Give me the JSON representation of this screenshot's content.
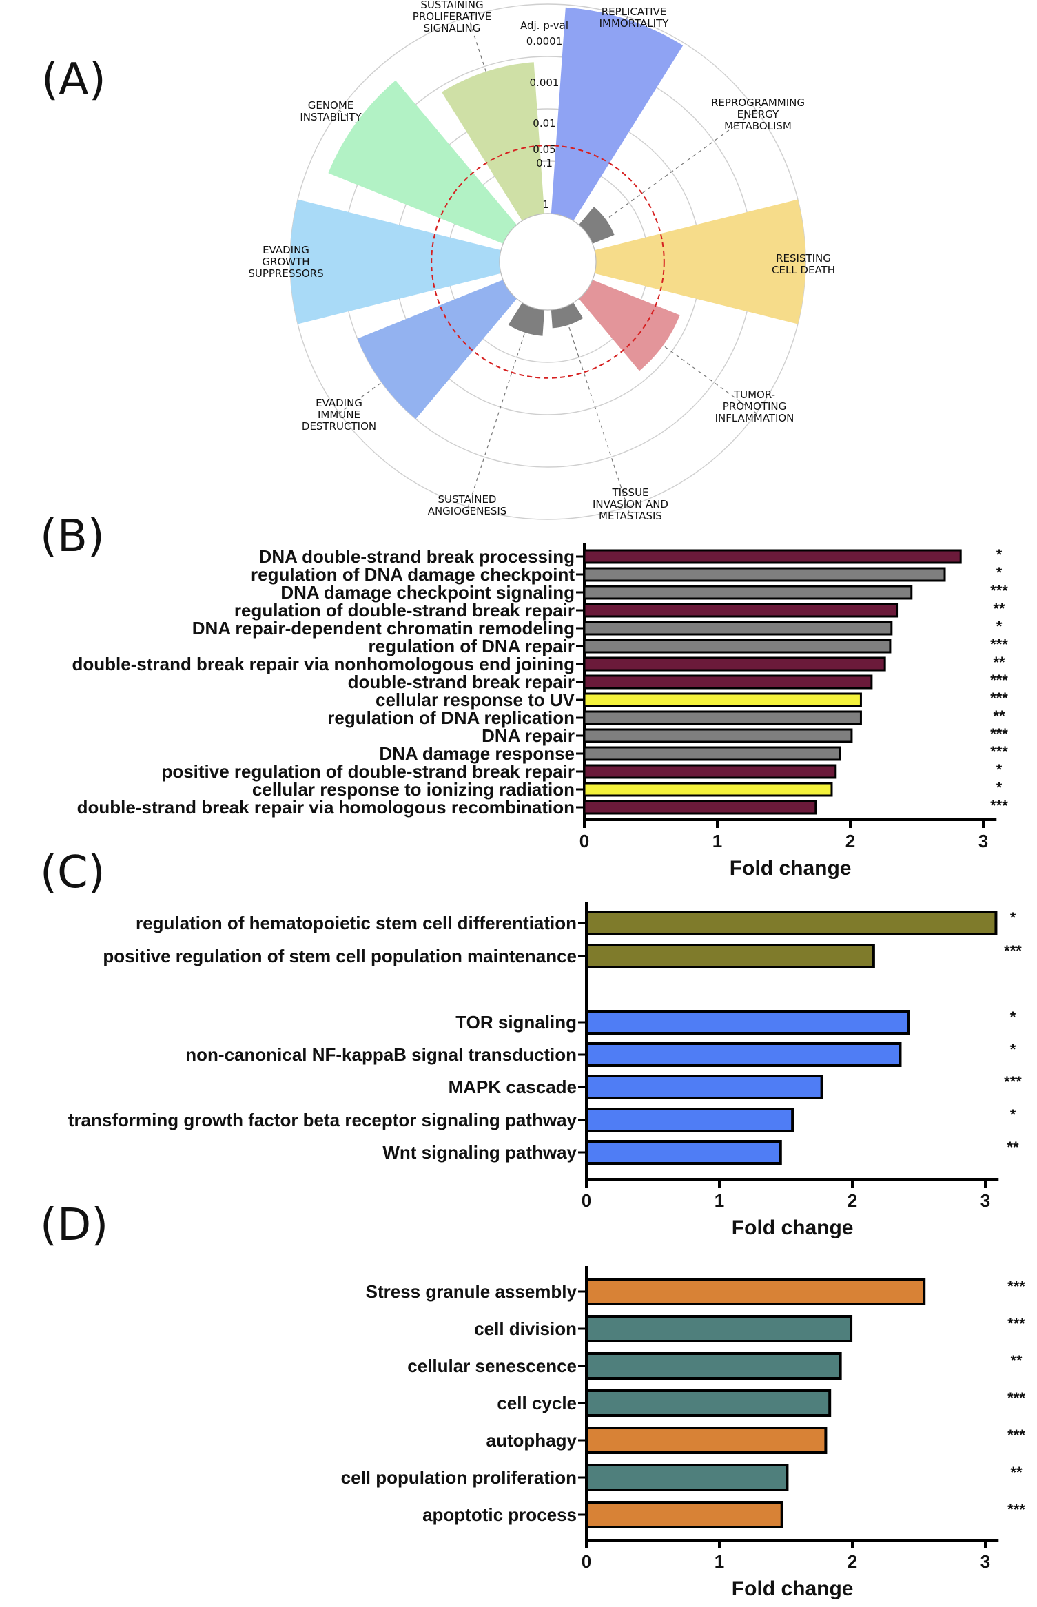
{
  "chart_data": [
    {
      "panel": "(A)",
      "type": "radial-bar",
      "axis_title": "Adj. p-val",
      "radial_ticks": [
        "0.0001",
        "0.001",
        "0.01",
        "0.05",
        "0.1",
        "1"
      ],
      "threshold": "0.05",
      "categories": [
        {
          "label": [
            "REPLICATIVE",
            "IMMORTALITY"
          ],
          "neg_log10_p": 3.95,
          "color": "#8fa3f3"
        },
        {
          "label": [
            "REPROGRAMMING",
            "ENERGY",
            "METABOLISM"
          ],
          "neg_log10_p": 0.45,
          "color": "#7f7f7f"
        },
        {
          "label": [
            "RESISTING",
            "CELL DEATH"
          ],
          "neg_log10_p": 4.0,
          "color": "#f6dc8a"
        },
        {
          "label": [
            "TUMOR-",
            "PROMOTING",
            "INFLAMMATION"
          ],
          "neg_log10_p": 1.8,
          "color": "#e3959a"
        },
        {
          "label": [
            "TISSUE",
            "INVASION AND",
            "METASTASIS"
          ],
          "neg_log10_p": 0.35,
          "color": "#7f7f7f"
        },
        {
          "label": [
            "SUSTAINED",
            "ANGIOGENESIS"
          ],
          "neg_log10_p": 0.5,
          "color": "#7f7f7f"
        },
        {
          "label": [
            "EVADING",
            "IMMUNE",
            "DESTRUCTION"
          ],
          "neg_log10_p": 3.0,
          "color": "#93b2f0"
        },
        {
          "label": [
            "EVADING",
            "GROWTH",
            "SUPPRESSORS"
          ],
          "neg_log10_p": 4.0,
          "color": "#a9daf7"
        },
        {
          "label": [
            "GENOME",
            "INSTABILITY"
          ],
          "neg_log10_p": 3.6,
          "color": "#b2f2c5"
        },
        {
          "label": [
            "SUSTAINING",
            "PROLIFERATIVE",
            "SIGNALING"
          ],
          "neg_log10_p": 2.9,
          "color": "#cfe0a6"
        }
      ]
    },
    {
      "panel": "(B)",
      "type": "bar",
      "orientation": "horizontal",
      "xlabel": "Fold change",
      "xlim": [
        0,
        3
      ],
      "xticks": [
        "0",
        "1",
        "2",
        "3"
      ],
      "bars": [
        {
          "label": "DNA double-strand break processing",
          "value": 2.83,
          "sig": "*",
          "color": "#6b1a3a"
        },
        {
          "label": "regulation of DNA damage checkpoint",
          "value": 2.71,
          "sig": "*",
          "color": "#7f7f7f"
        },
        {
          "label": "DNA damage checkpoint signaling",
          "value": 2.46,
          "sig": "***",
          "color": "#7f7f7f"
        },
        {
          "label": "regulation of double-strand break repair",
          "value": 2.35,
          "sig": "**",
          "color": "#6b1a3a"
        },
        {
          "label": "DNA repair-dependent chromatin remodeling",
          "value": 2.31,
          "sig": "*",
          "color": "#7f7f7f"
        },
        {
          "label": "regulation of DNA repair",
          "value": 2.3,
          "sig": "***",
          "color": "#7f7f7f"
        },
        {
          "label": "double-strand break repair via nonhomologous end joining",
          "value": 2.26,
          "sig": "**",
          "color": "#6b1a3a"
        },
        {
          "label": "double-strand break repair",
          "value": 2.16,
          "sig": "***",
          "color": "#6b1a3a"
        },
        {
          "label": "cellular response to UV",
          "value": 2.08,
          "sig": "***",
          "color": "#f4f23c"
        },
        {
          "label": "regulation of DNA replication",
          "value": 2.08,
          "sig": "**",
          "color": "#7f7f7f"
        },
        {
          "label": "DNA repair",
          "value": 2.01,
          "sig": "***",
          "color": "#7f7f7f"
        },
        {
          "label": "DNA damage response",
          "value": 1.92,
          "sig": "***",
          "color": "#7f7f7f"
        },
        {
          "label": "positive regulation of double-strand break repair",
          "value": 1.89,
          "sig": "*",
          "color": "#6b1a3a"
        },
        {
          "label": "cellular response to ionizing radiation",
          "value": 1.86,
          "sig": "*",
          "color": "#f4f23c"
        },
        {
          "label": "double-strand break repair via homologous recombination",
          "value": 1.74,
          "sig": "***",
          "color": "#6b1a3a"
        }
      ]
    },
    {
      "panel": "(C)",
      "type": "bar",
      "orientation": "horizontal",
      "xlabel": "Fold change",
      "xlim": [
        0,
        3
      ],
      "xticks": [
        "0",
        "1",
        "2",
        "3"
      ],
      "groups": [
        {
          "bars": [
            {
              "label": "regulation of hematopoietic stem cell differentiation",
              "value": 3.08,
              "sig": "*",
              "color": "#7f7b2b"
            },
            {
              "label": "positive regulation of stem cell population maintenance",
              "value": 2.16,
              "sig": "***",
              "color": "#7f7b2b"
            }
          ]
        },
        {
          "bars": [
            {
              "label": "TOR signaling",
              "value": 2.42,
              "sig": "*",
              "color": "#4f7df5"
            },
            {
              "label": "non-canonical NF-kappaB signal transduction",
              "value": 2.36,
              "sig": "*",
              "color": "#4f7df5"
            },
            {
              "label": "MAPK cascade",
              "value": 1.77,
              "sig": "***",
              "color": "#4f7df5"
            },
            {
              "label": "transforming growth factor beta receptor signaling pathway",
              "value": 1.55,
              "sig": "*",
              "color": "#4f7df5"
            },
            {
              "label": "Wnt signaling pathway",
              "value": 1.46,
              "sig": "**",
              "color": "#4f7df5"
            }
          ]
        }
      ]
    },
    {
      "panel": "(D)",
      "type": "bar",
      "orientation": "horizontal",
      "xlabel": "Fold change",
      "xlim": [
        0,
        3
      ],
      "xticks": [
        "0",
        "1",
        "2",
        "3"
      ],
      "bars": [
        {
          "label": "Stress granule assembly",
          "value": 2.54,
          "sig": "***",
          "color": "#d88236"
        },
        {
          "label": "cell division",
          "value": 1.99,
          "sig": "***",
          "color": "#4f7f7c"
        },
        {
          "label": "cellular senescence",
          "value": 1.91,
          "sig": "**",
          "color": "#4f7f7c"
        },
        {
          "label": "cell cycle",
          "value": 1.83,
          "sig": "***",
          "color": "#4f7f7c"
        },
        {
          "label": "autophagy",
          "value": 1.8,
          "sig": "***",
          "color": "#d88236"
        },
        {
          "label": "cell population proliferation",
          "value": 1.51,
          "sig": "**",
          "color": "#4f7f7c"
        },
        {
          "label": "apoptotic process",
          "value": 1.47,
          "sig": "***",
          "color": "#d88236"
        }
      ]
    }
  ]
}
